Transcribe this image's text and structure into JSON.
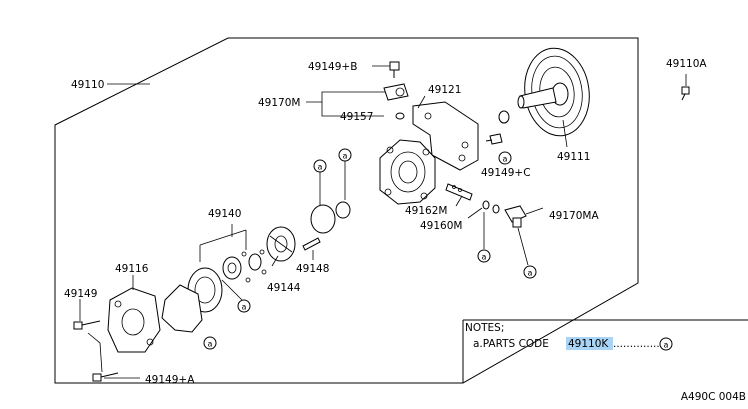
{
  "labels": {
    "p49110": "49110",
    "p49149b": "49149+B",
    "p49170m": "49170M",
    "p49157": "49157",
    "p49121": "49121",
    "p49110a": "49110A",
    "p49111": "49111",
    "p49149c": "49149+C",
    "p49162m": "49162M",
    "p49160m": "49160M",
    "p49170ma": "49170MA",
    "p49140": "49140",
    "p49116": "49116",
    "p49149": "49149",
    "p49148": "49148",
    "p49144": "49144",
    "p49149a": "49149+A"
  },
  "notes": {
    "heading": "NOTES;",
    "prefix": "a.PARTS CODE",
    "code": "49110K",
    "leader": "..............",
    "marker": "a"
  },
  "callout_letter": "a",
  "footer_code": "A490C 004B",
  "colors": {
    "line": "#000000",
    "highlight": "#a9d4f5",
    "background": "#ffffff"
  }
}
